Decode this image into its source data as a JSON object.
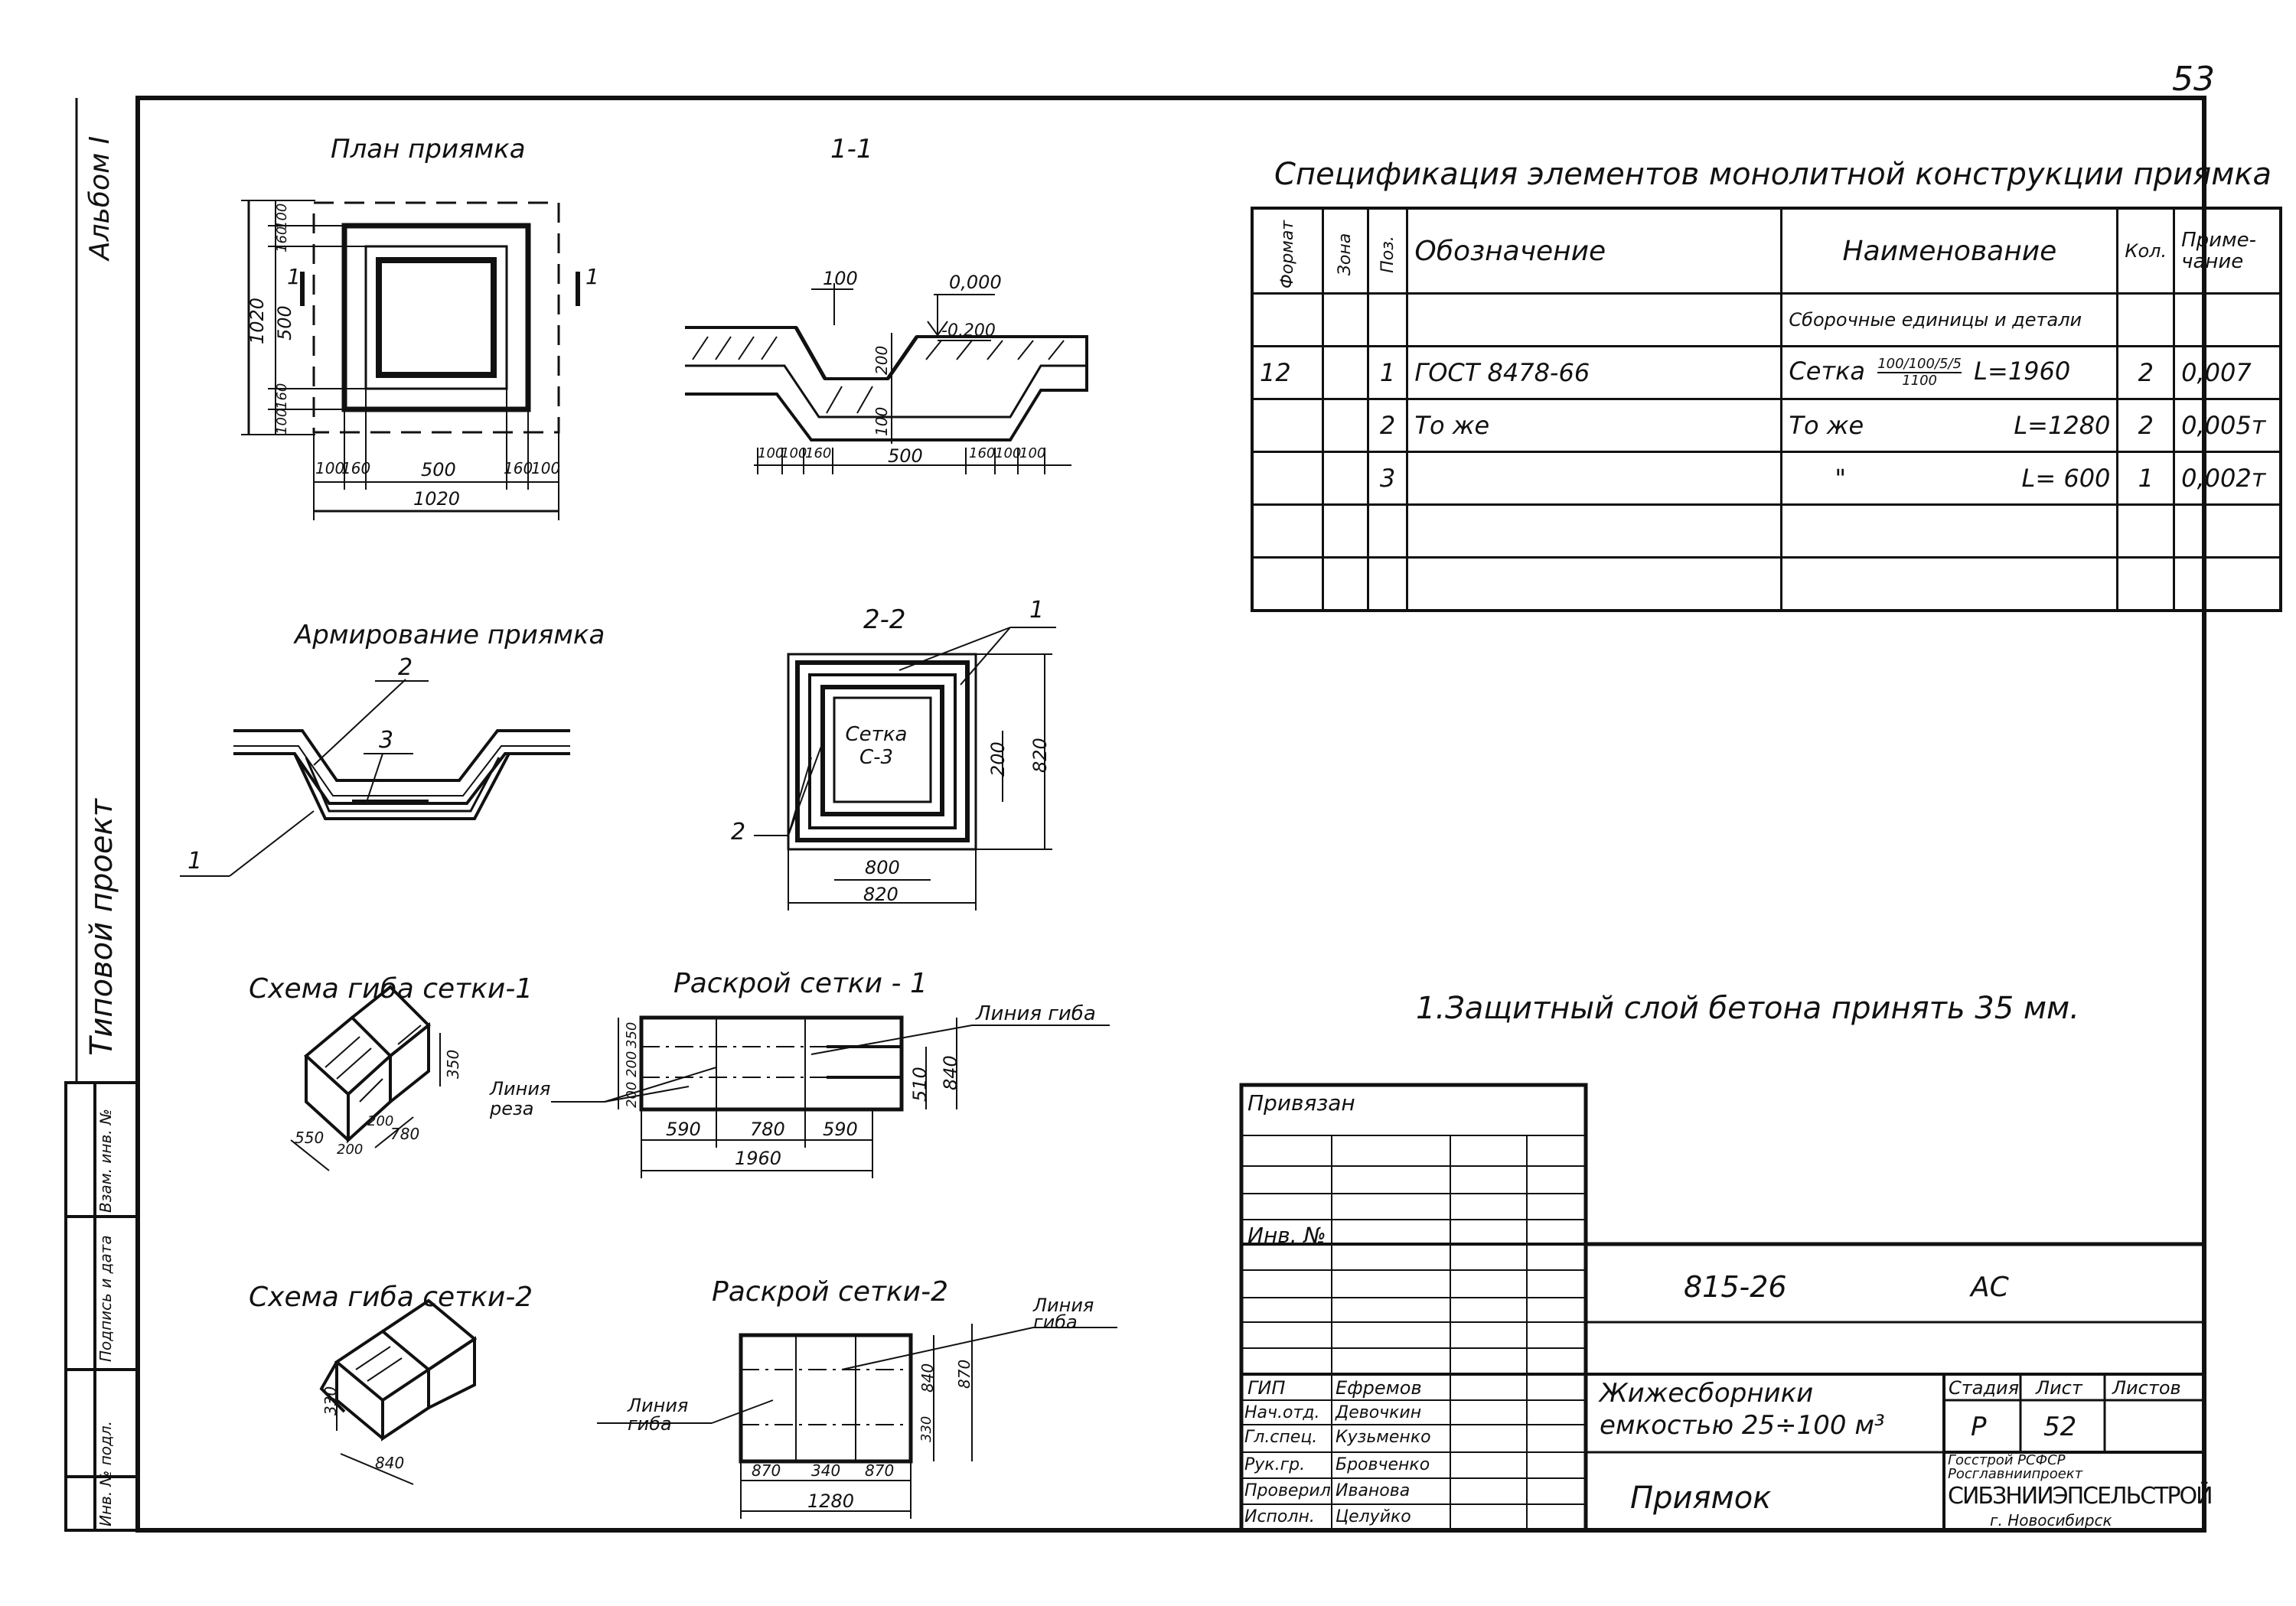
{
  "page_number": "53",
  "left_margin": {
    "album": "Альбом I",
    "project_type": "Типовой проект",
    "stamp_fields": [
      "Инв. № подл.",
      "Подпись и дата",
      "Взам. инв. №"
    ]
  },
  "drawings": {
    "plan": {
      "title": "План приямка",
      "dims_bottom": [
        "100",
        "160",
        "500",
        "160",
        "100"
      ],
      "dims_bottom_total": "1020",
      "dims_left": [
        "100",
        "160",
        "500",
        "160",
        "100"
      ],
      "dims_left_total": "1020",
      "section_mark": "1"
    },
    "section_1_1": {
      "title": "1-1",
      "top_dim": "100",
      "level_top": "0,000",
      "level_bottom": "-0,200",
      "dim_depth": "200",
      "dim_depth2": "100",
      "dims_bottom": [
        "100",
        "100",
        "160",
        "500",
        "160",
        "100",
        "100"
      ]
    },
    "reinforcement": {
      "title": "Армирование приямка",
      "labels": [
        "2",
        "3",
        "1"
      ]
    },
    "section_2_2": {
      "title": "2-2",
      "mesh_label": "Сетка С-3",
      "labels": [
        "1",
        "2"
      ],
      "dim_inner": "200",
      "dim_right": "820",
      "dim_bottom_inner": "800",
      "dim_bottom": "820"
    },
    "bend_1": {
      "title": "Схема гиба сетки-1",
      "dims": [
        "550",
        "200",
        "200",
        "780",
        "350"
      ]
    },
    "cut_1": {
      "title": "Раскрой сетки - 1",
      "line_bend": "Линия гиба",
      "line_cut": "Линия реза",
      "dims_bottom": [
        "590",
        "780",
        "590"
      ],
      "dim_total": "1960",
      "dims_left": [
        "350",
        "200",
        "200"
      ],
      "dim_right1": "510",
      "dim_right2": "840"
    },
    "bend_2": {
      "title": "Схема гиба сетки-2",
      "dims": [
        "330",
        "840"
      ]
    },
    "cut_2": {
      "title": "Раскрой сетки-2",
      "line_bend_top": "Линия гиба",
      "line_bend_left": "Линия гиба",
      "dims_bottom": [
        "870",
        "340",
        "870"
      ],
      "dim_total": "1280",
      "dims_right": [
        "840",
        "330",
        "870"
      ]
    }
  },
  "spec": {
    "title": "Спецификация элементов монолитной конструкции приямка",
    "headers": {
      "format": "Формат",
      "zone": "Зона",
      "pos": "Поз.",
      "designation": "Обозначение",
      "name": "Наименование",
      "qty": "Кол.",
      "note": "Приме-чание"
    },
    "group_label": "Сборочные единицы и детали",
    "rows": [
      {
        "format": "12",
        "zone": "",
        "pos": "1",
        "designation": "ГОСТ 8478-66",
        "name": "Сетка",
        "mesh_fraction_top": "100/100/5/5",
        "mesh_fraction_bottom": "1100",
        "length": "L=1960",
        "qty": "2",
        "note": "0,007"
      },
      {
        "format": "",
        "zone": "",
        "pos": "2",
        "designation": "То же",
        "name": "То же",
        "mesh_fraction_top": "",
        "mesh_fraction_bottom": "",
        "length": "L=1280",
        "qty": "2",
        "note": "0,005т"
      },
      {
        "format": "",
        "zone": "",
        "pos": "3",
        "designation": "",
        "name": "\"",
        "mesh_fraction_top": "",
        "mesh_fraction_bottom": "",
        "length": "L= 600",
        "qty": "1",
        "note": "0,002т"
      }
    ]
  },
  "note": "1.Защитный слой бетона принять 35 мм.",
  "title_block": {
    "tied": "Привязан",
    "inv_no": "Инв. №",
    "project_code": "815-26",
    "section_code": "АС",
    "roles": [
      {
        "role": "ГИП",
        "name": "Ефремов"
      },
      {
        "role": "Нач.отд.",
        "name": "Девочкин"
      },
      {
        "role": "Гл.спец.",
        "name": "Кузьменко"
      },
      {
        "role": "Рук.гр.",
        "name": "Бровченко"
      },
      {
        "role": "Проверил",
        "name": "Иванова"
      },
      {
        "role": "Исполн.",
        "name": "Целуйко"
      }
    ],
    "object_title": "Жижесборники емкостью 25÷100 м³",
    "sheet_title": "Приямок",
    "stage_label": "Стадия",
    "sheet_label": "Лист",
    "sheets_label": "Листов",
    "stage": "Р",
    "sheet": "52",
    "org_top": "Госстрой РСФСР Росглавниипроект",
    "org_name": "СИБЗНИИЭПСЕЛЬСТРОЙ",
    "org_city": "г. Новосибирск"
  }
}
